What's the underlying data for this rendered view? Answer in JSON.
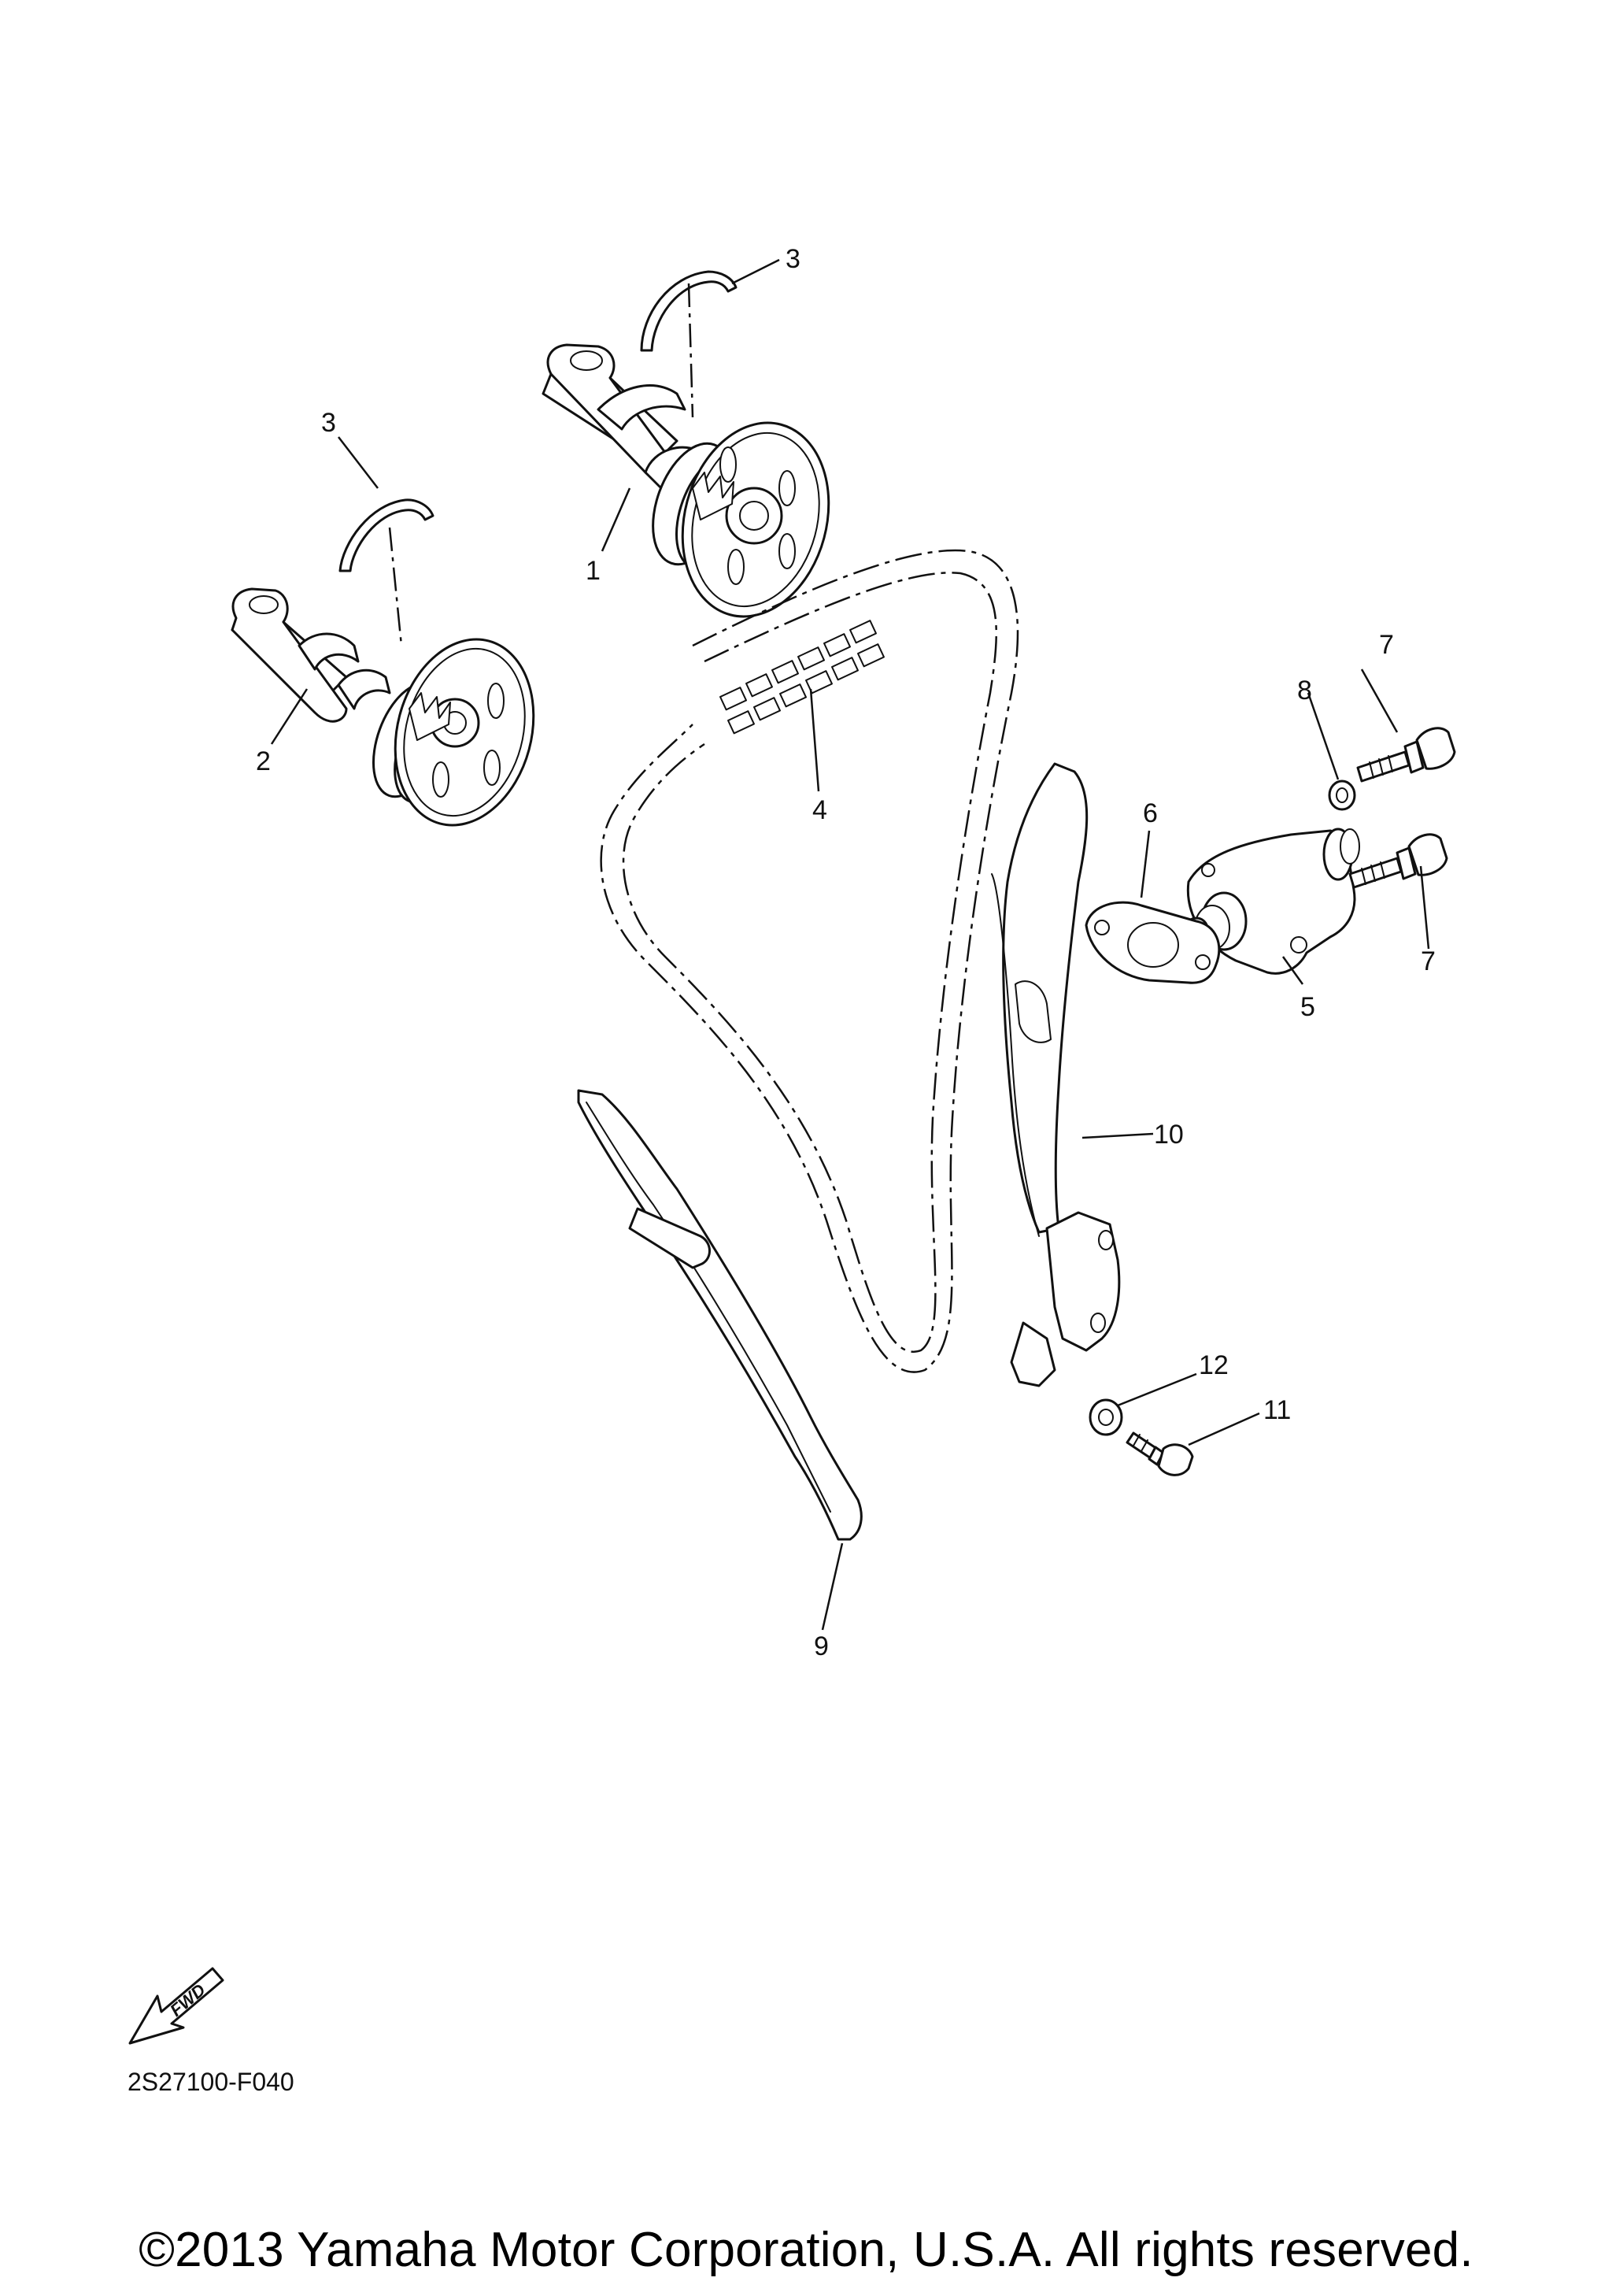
{
  "callouts": {
    "c1": "1",
    "c2": "2",
    "c3a": "3",
    "c3b": "3",
    "c4": "4",
    "c5": "5",
    "c6": "6",
    "c7a": "7",
    "c7b": "7",
    "c8": "8",
    "c9": "9",
    "c10": "10",
    "c11": "11",
    "c12": "12"
  },
  "fwd_label": "FWD",
  "drawing_code": "2S27100-F040",
  "copyright": "©2013 Yamaha Motor Corporation, U.S.A. All rights reserved.",
  "colors": {
    "line": "#111111",
    "background": "#ffffff"
  }
}
